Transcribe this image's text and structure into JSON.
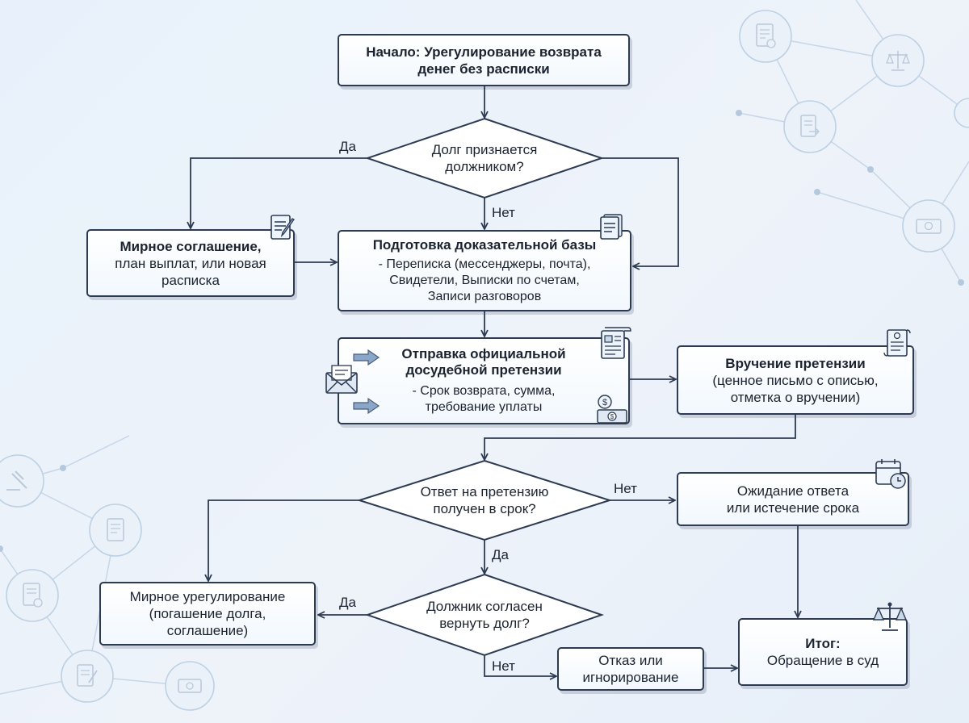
{
  "start": {
    "lines": [
      "Начало: Урегулирование возврата",
      "денег без расписки"
    ]
  },
  "decision_acknowledged": {
    "lines": [
      "Долг признается",
      "должником?"
    ]
  },
  "peaceful_agreement": {
    "title": "Мирное соглашение,",
    "lines": [
      "план выплат, или новая",
      "расписка"
    ]
  },
  "evidence": {
    "title": "Подготовка доказательной базы",
    "lines": [
      "- Переписка (мессенджеры, почта),",
      "Свидетели, Выписки по счетам,",
      "Записи разговоров"
    ]
  },
  "claim": {
    "title_lines": [
      "Отправка официальной",
      "досудебной претензии"
    ],
    "lines": [
      "- Срок возврата, сумма,",
      "требование уплаты"
    ]
  },
  "delivery": {
    "title": "Вручение претензии",
    "lines": [
      "(ценное письмо с описью,",
      "отметка о вручении)"
    ]
  },
  "decision_response": {
    "lines": [
      "Ответ на претензию",
      "получен в срок?"
    ]
  },
  "waiting": {
    "lines": [
      "Ожидание ответа",
      "или истечение срока"
    ]
  },
  "decision_agree": {
    "lines": [
      "Должник согласен",
      "вернуть долг?"
    ]
  },
  "peaceful_settlement": {
    "lines": [
      "Мирное урегулирование",
      "(погашение долга,",
      "соглашение)"
    ]
  },
  "refusal": {
    "lines": [
      "Отказ или",
      "игнорирование"
    ]
  },
  "result": {
    "title": "Итог:",
    "lines": [
      "Обращение в суд"
    ]
  },
  "labels": {
    "yes": "Да",
    "no": "Нет"
  },
  "colors": {
    "line": "#2c3a52",
    "accent": "#7d9cc4",
    "node_fill": "#f2f8fe",
    "background": "#e8f1fb"
  },
  "icons": [
    "document-pen-icon",
    "document-icon",
    "contract-icon",
    "envelope-icon",
    "arrow-right-icon",
    "money-icon",
    "scroll-icon",
    "calendar-clock-icon",
    "scales-icon"
  ]
}
